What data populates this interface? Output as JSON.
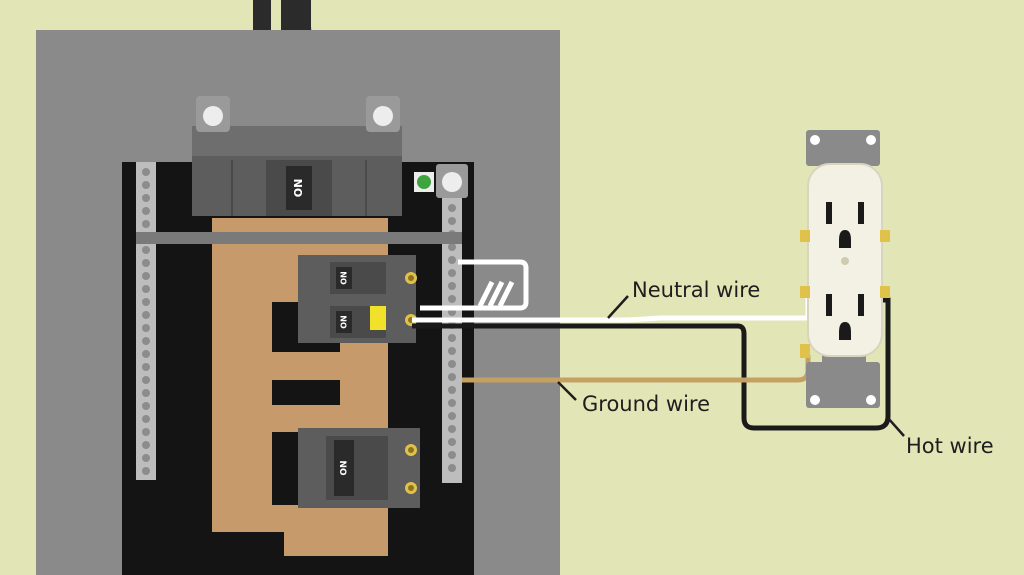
{
  "diagram": {
    "labels": {
      "neutral": "Neutral wire",
      "ground": "Ground wire",
      "hot": "Hot wire"
    },
    "switch_text": {
      "main": "ON",
      "breaker_a": "ON",
      "breaker_b": "ON",
      "breaker_c": "ON"
    }
  },
  "colors": {
    "background": "#e2e6b6",
    "panel": "#8a8a8a",
    "interior": "#141414",
    "bus_bar": "#c79a6c",
    "breaker": "#5d5d5d",
    "hot_wire": "#1a1a1a",
    "neutral_wire": "#ffffff",
    "ground_wire": "#c4a062",
    "indicator": "#f2e12a",
    "ground_screw": "#3fa33f"
  }
}
